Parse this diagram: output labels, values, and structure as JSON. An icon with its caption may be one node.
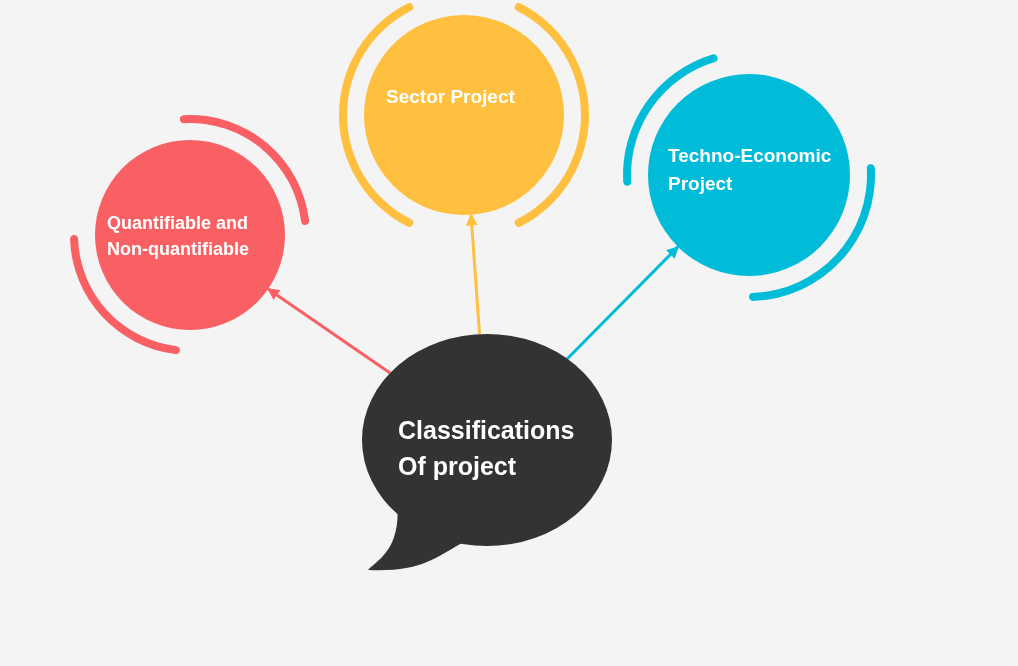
{
  "diagram": {
    "nodes": [
      {
        "text": [
          "Sector Project"
        ]
      },
      {
        "text": [
          "Techno-Economic Project"
        ]
      },
      {
        "text": [
          "Quantifiable and Non-quantifiable"
        ]
      },
      {
        "text": [
          "Classifications Of project"
        ]
      }
    ],
    "edges": [
      {
        "from": 3,
        "to": 2,
        "arrow": "to",
        "color": "#f96064"
      },
      {
        "from": 3,
        "to": 0,
        "arrow": "to",
        "color": "#ffc03f"
      },
      {
        "from": 3,
        "to": 1,
        "arrow": "to",
        "color": "#00bcd8"
      }
    ]
  }
}
